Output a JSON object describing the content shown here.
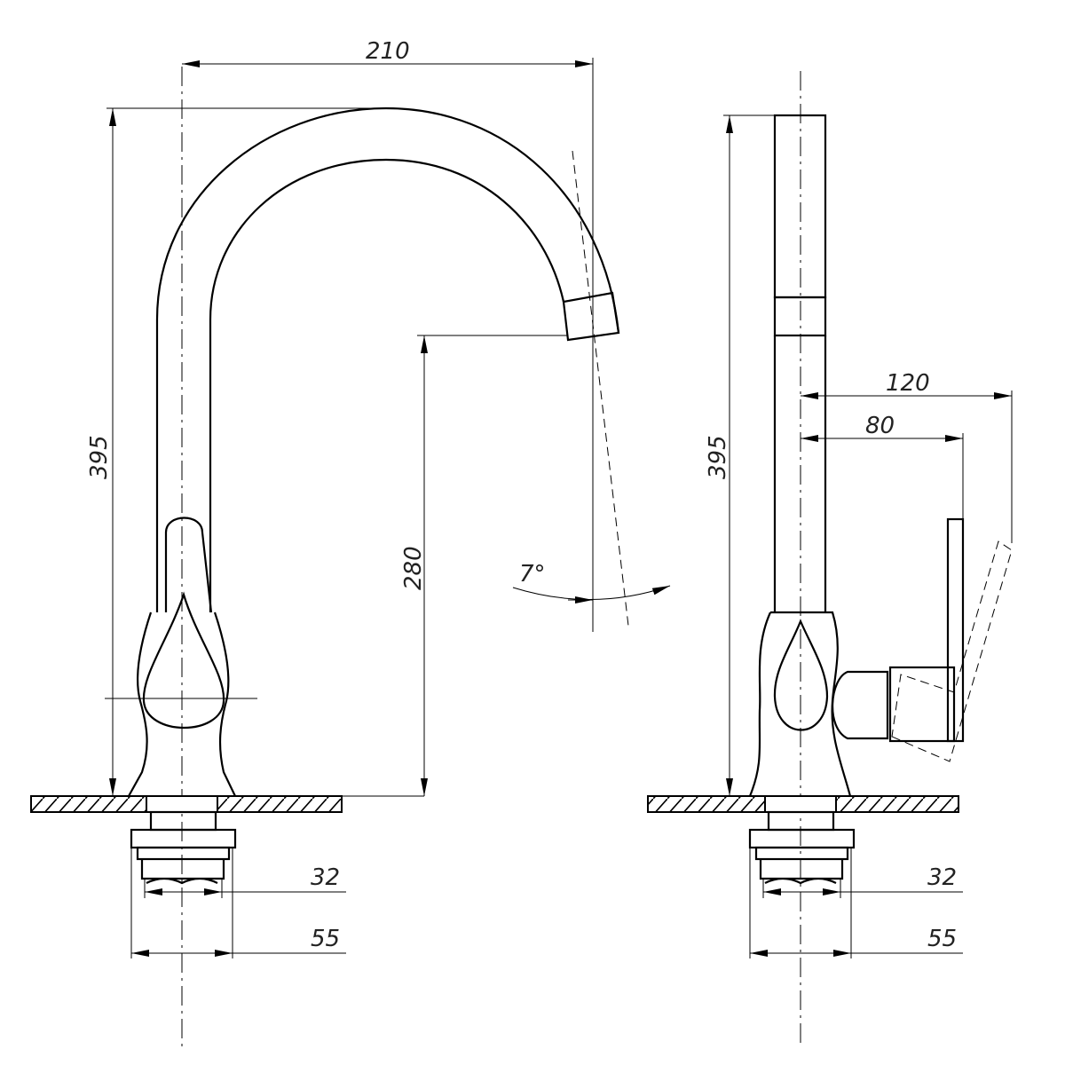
{
  "drawing": {
    "front_view": {
      "width_label": "210",
      "height_label": "395",
      "spout_height_label": "280",
      "angle_label": "7°",
      "thread_label": "32",
      "base_label": "55"
    },
    "side_view": {
      "height_label": "395",
      "lever_reach_label": "120",
      "lever_offset_label": "80",
      "thread_label": "32",
      "base_label": "55"
    }
  }
}
